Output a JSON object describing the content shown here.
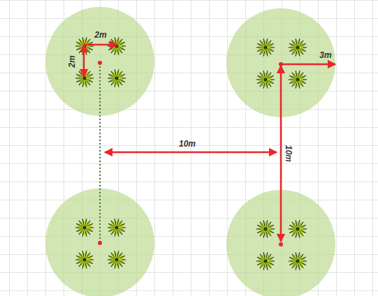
{
  "diagram": {
    "labels": [
      "2m",
      "2m",
      "10m",
      "10m",
      "3m"
    ]
  }
}
